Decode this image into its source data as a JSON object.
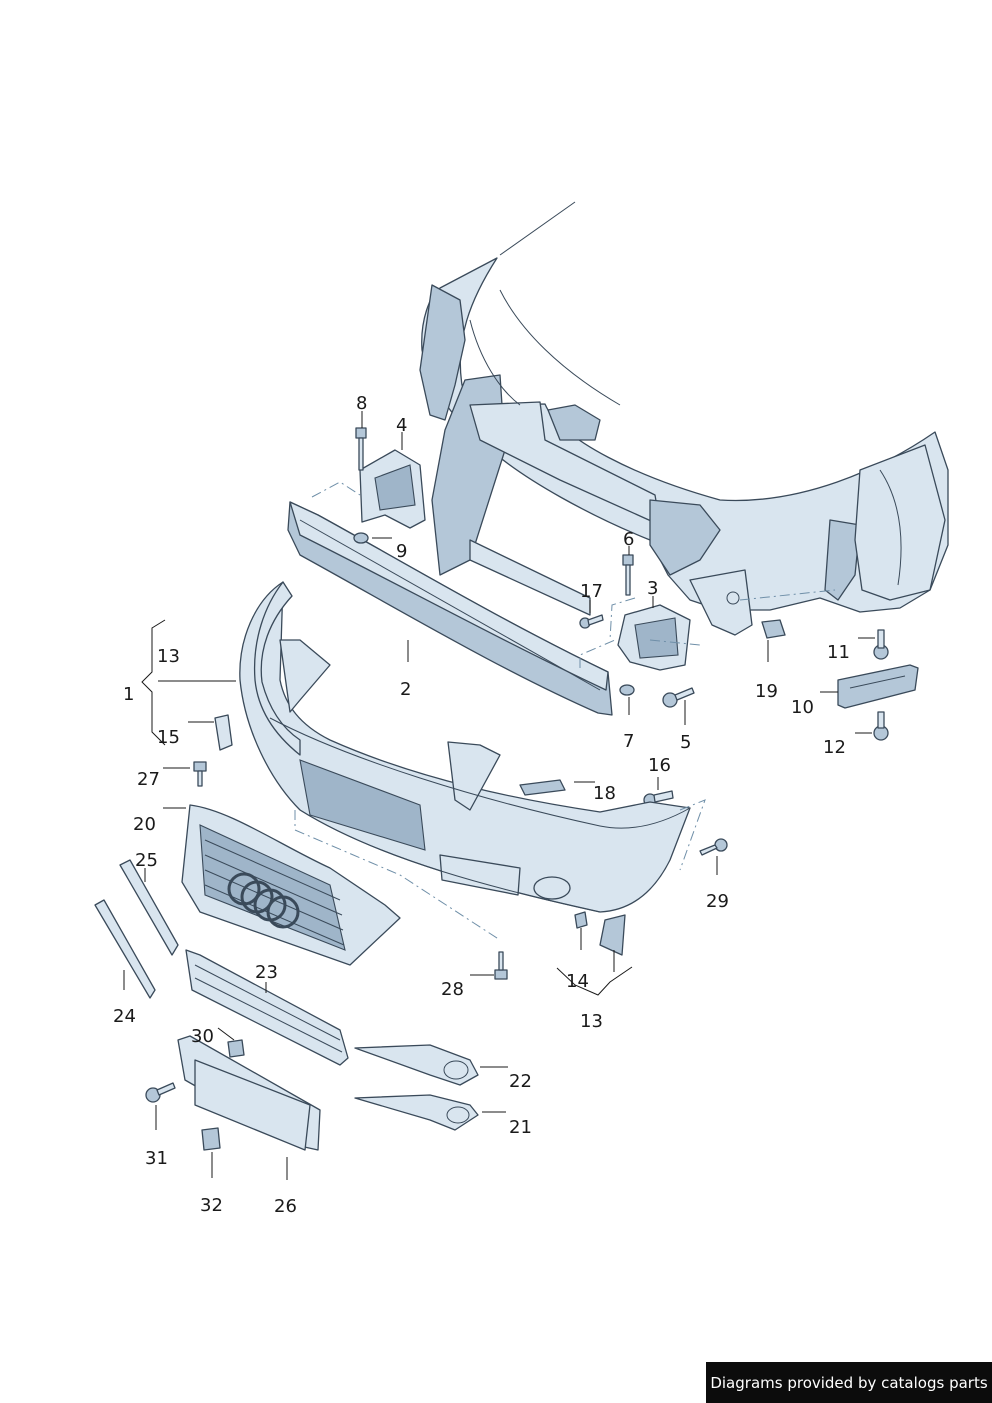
{
  "diagram": {
    "callouts": [
      {
        "id": "c1",
        "text": "1"
      },
      {
        "id": "c2",
        "text": "2"
      },
      {
        "id": "c3",
        "text": "3"
      },
      {
        "id": "c4",
        "text": "4"
      },
      {
        "id": "c5",
        "text": "5"
      },
      {
        "id": "c6",
        "text": "6"
      },
      {
        "id": "c7",
        "text": "7"
      },
      {
        "id": "c8",
        "text": "8"
      },
      {
        "id": "c9",
        "text": "9"
      },
      {
        "id": "c10",
        "text": "10"
      },
      {
        "id": "c11",
        "text": "11"
      },
      {
        "id": "c12",
        "text": "12"
      },
      {
        "id": "c13a",
        "text": "13"
      },
      {
        "id": "c13b",
        "text": "13"
      },
      {
        "id": "c14",
        "text": "14"
      },
      {
        "id": "c15",
        "text": "15"
      },
      {
        "id": "c16",
        "text": "16"
      },
      {
        "id": "c17",
        "text": "17"
      },
      {
        "id": "c18",
        "text": "18"
      },
      {
        "id": "c19",
        "text": "19"
      },
      {
        "id": "c20",
        "text": "20"
      },
      {
        "id": "c21",
        "text": "21"
      },
      {
        "id": "c22",
        "text": "22"
      },
      {
        "id": "c23",
        "text": "23"
      },
      {
        "id": "c24",
        "text": "24"
      },
      {
        "id": "c25",
        "text": "25"
      },
      {
        "id": "c26",
        "text": "26"
      },
      {
        "id": "c27",
        "text": "27"
      },
      {
        "id": "c28",
        "text": "28"
      },
      {
        "id": "c29",
        "text": "29"
      },
      {
        "id": "c30",
        "text": "30"
      },
      {
        "id": "c31",
        "text": "31"
      },
      {
        "id": "c32",
        "text": "32"
      }
    ]
  },
  "footer": {
    "text": "Diagrams provided by catalogs parts"
  },
  "colors": {
    "part_fill": "#d9e5ef",
    "part_outline": "#3a4a5a",
    "footer_bg": "#0c0c0c"
  }
}
